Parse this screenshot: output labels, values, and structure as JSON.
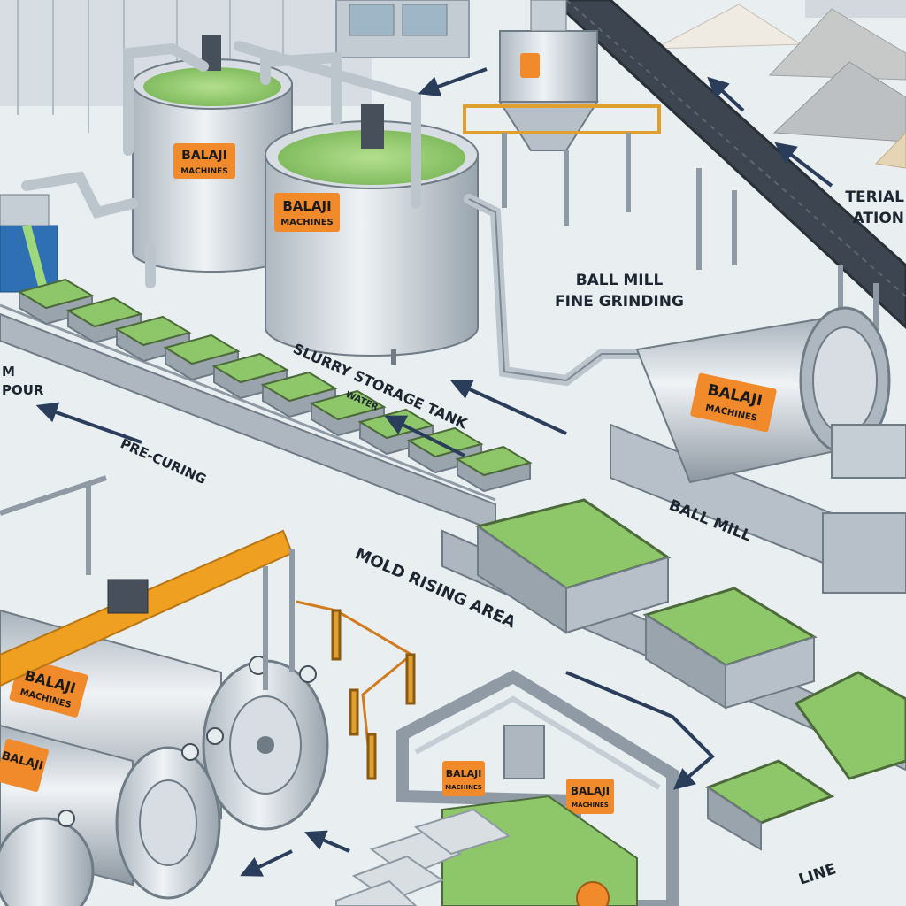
{
  "brand": {
    "name": "BALAJI",
    "sub": "MACHINES"
  },
  "labels": {
    "ball_mill_fine_line1": "BALL MILL",
    "ball_mill_fine_line2": "FINE GRINDING",
    "slurry_storage": "SLURRY STORAGE TANK",
    "water": "WATER",
    "ball_mill": "BALL MILL",
    "mold_rising": "MOLD RISING AREA",
    "pre_curing": "PRE-CURING",
    "mold_pour_m": "M",
    "mold_pour_pour": "POUR",
    "material_line1": "TERIAL",
    "material_line2": "ATION",
    "cutting_line": "LINE"
  },
  "colors": {
    "floor": "#e9eef1",
    "steel": "#c9d1d8",
    "steel_dark": "#8f9aa4",
    "slurry": "#8ec76a",
    "badge": "#f08a2a",
    "crane": "#f0a020",
    "arrow": "#2a3e5c"
  }
}
